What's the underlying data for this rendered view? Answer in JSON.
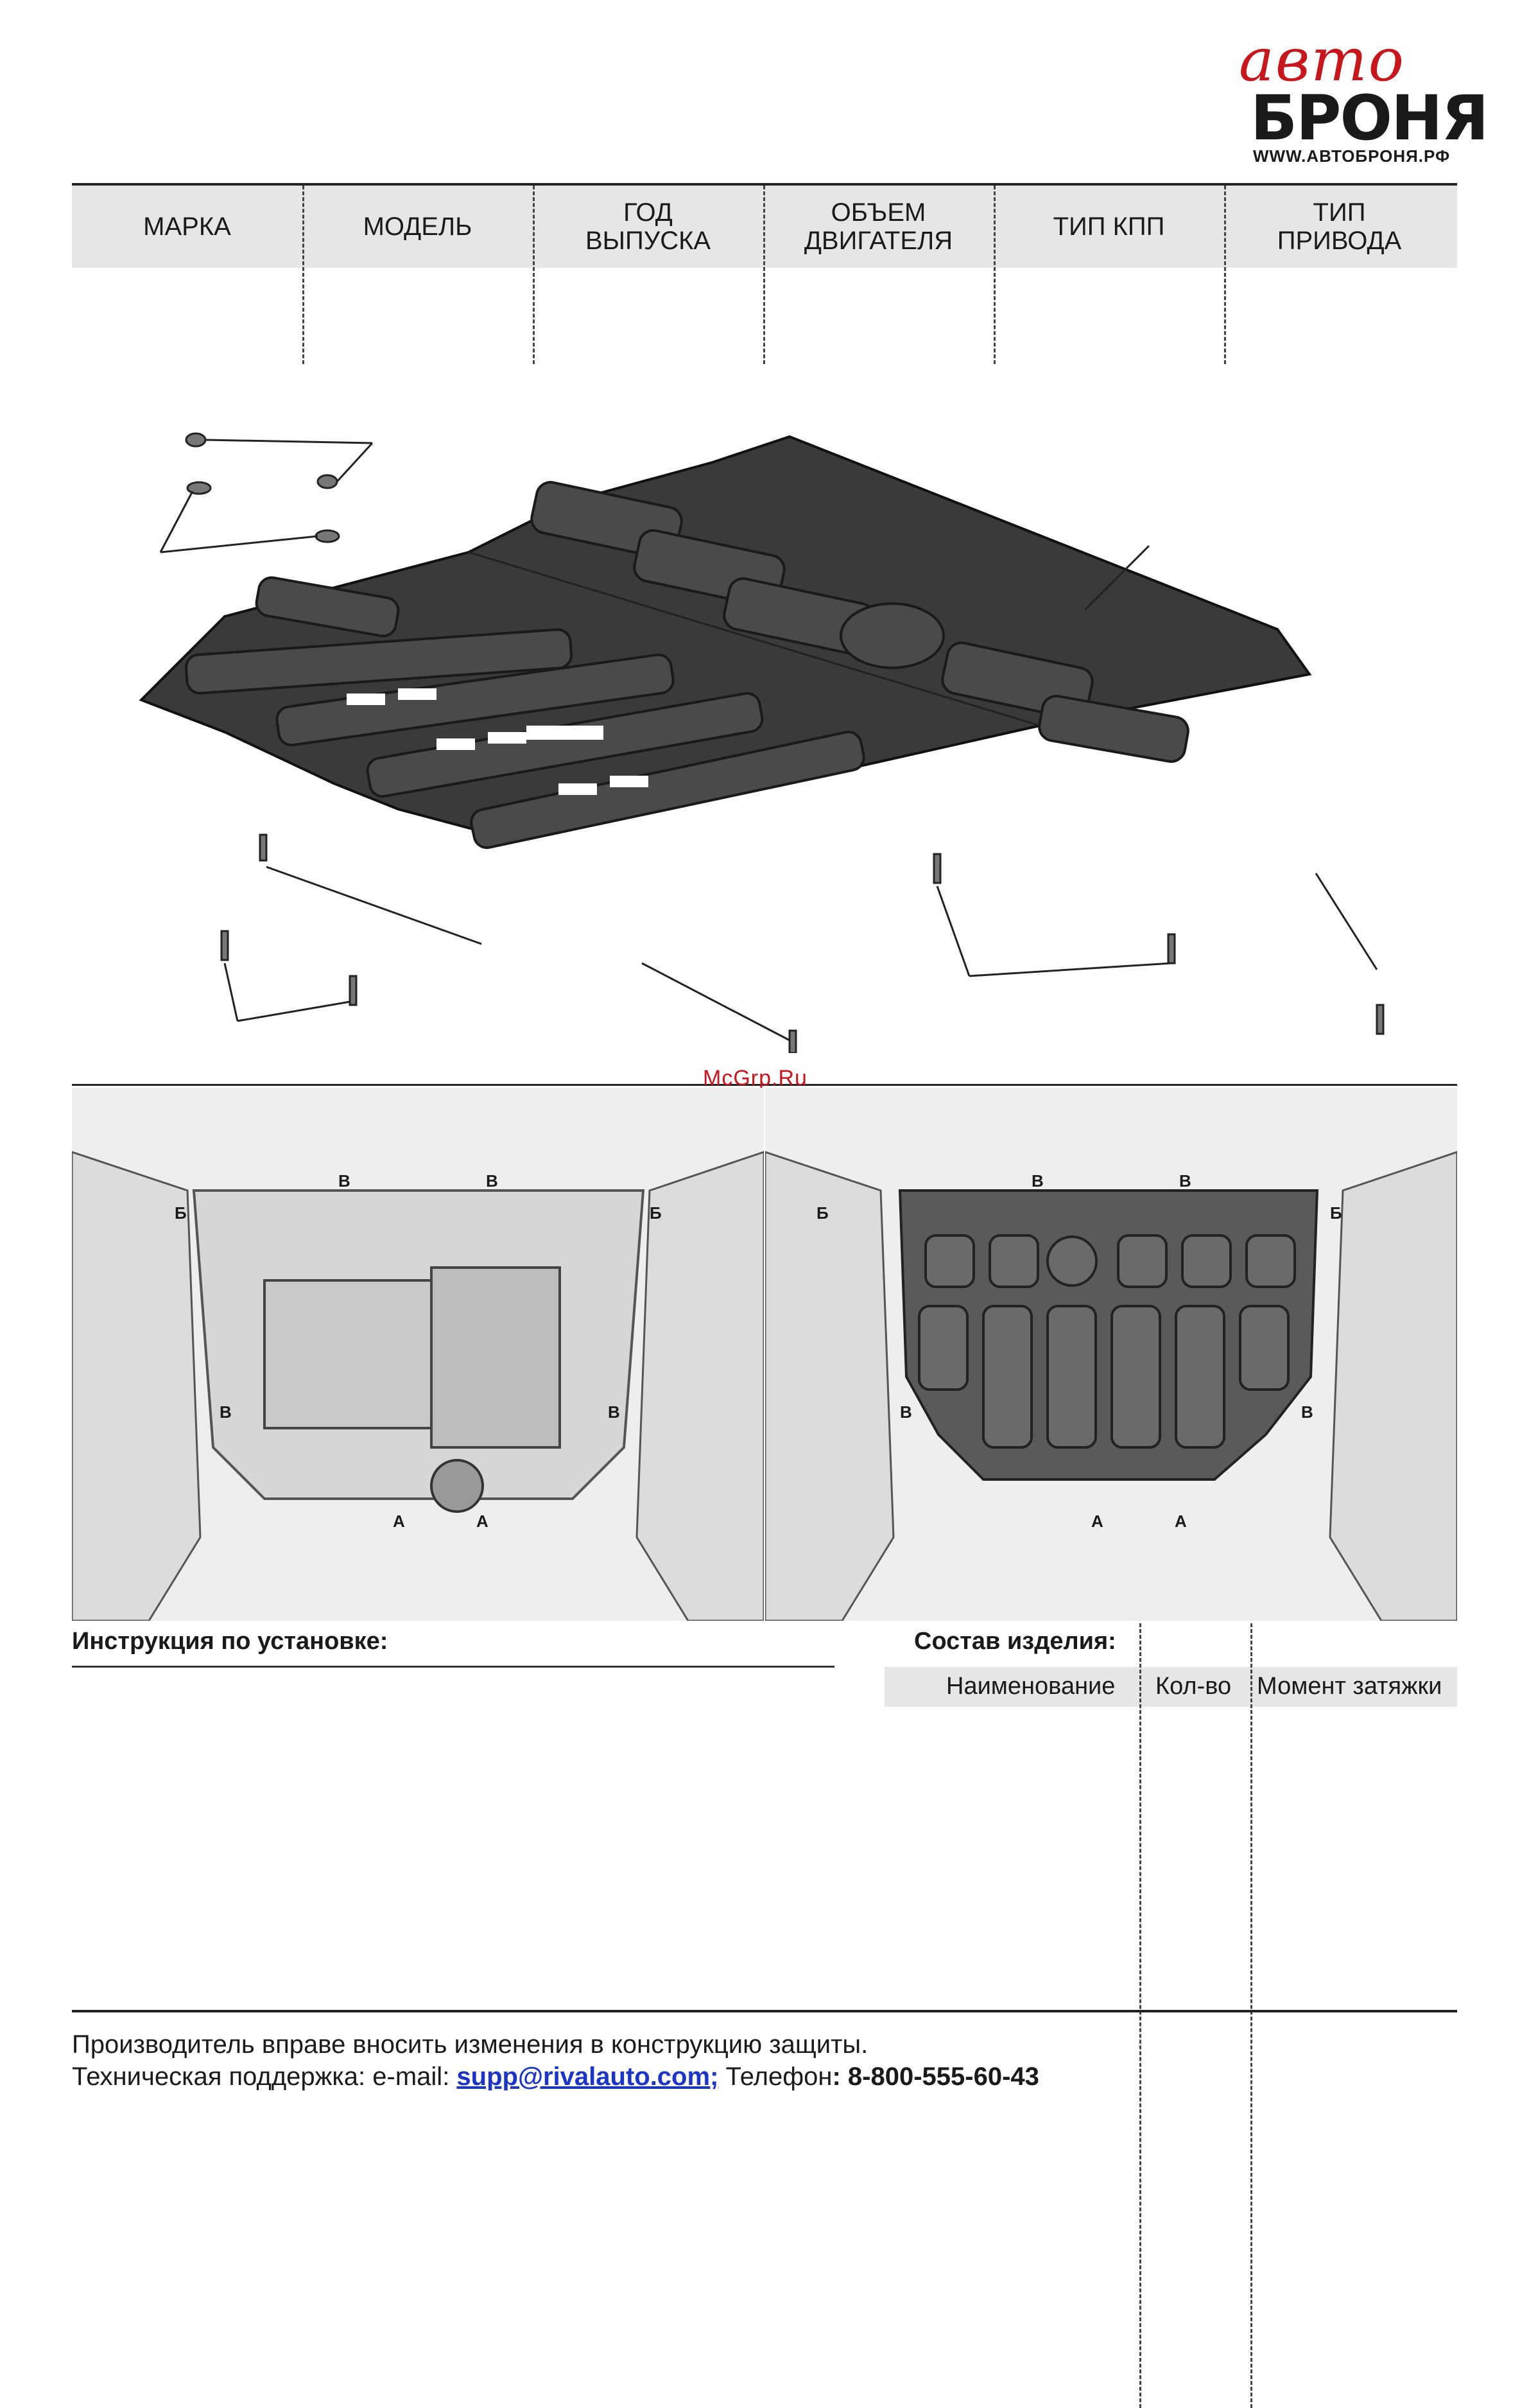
{
  "logo": {
    "script": "авто",
    "main": "БРОНЯ",
    "url": "WWW.АВТОБРОНЯ.РФ"
  },
  "spec_table": {
    "headers": [
      "МАРКА",
      "МОДЕЛЬ",
      "ГОД\nВЫПУСКА",
      "ОБЪЕМ\nДВИГАТЕЛЯ",
      "ТИП КПП",
      "ТИП\nПРИВОДА"
    ]
  },
  "watermark": "McGrp.Ru",
  "photos": {
    "left_labels": [
      "Б",
      "В",
      "В",
      "Б",
      "В",
      "В",
      "А",
      "А"
    ],
    "right_labels": [
      "Б",
      "В",
      "В",
      "Б",
      "В",
      "В",
      "А",
      "А"
    ]
  },
  "instructions": {
    "title": "Инструкция по установке:"
  },
  "composition": {
    "title": "Состав изделия:",
    "col_name": "Наименование",
    "col_qty": "Кол-во",
    "col_torque": "Момент затяжки"
  },
  "footer": {
    "line1": "Производитель вправе вносить изменения в конструкцию защиты.",
    "support_prefix": "Техническая поддержка:  e-mail: ",
    "email": "supp@rivalauto.com",
    "email_suffix": ";",
    "phone_prefix": " Телефон",
    "phone": ": 8-800-555-60-43"
  },
  "colors": {
    "accent_red": "#c8161d",
    "link_blue": "#1a35c8",
    "header_gray": "#e6e6e6"
  }
}
